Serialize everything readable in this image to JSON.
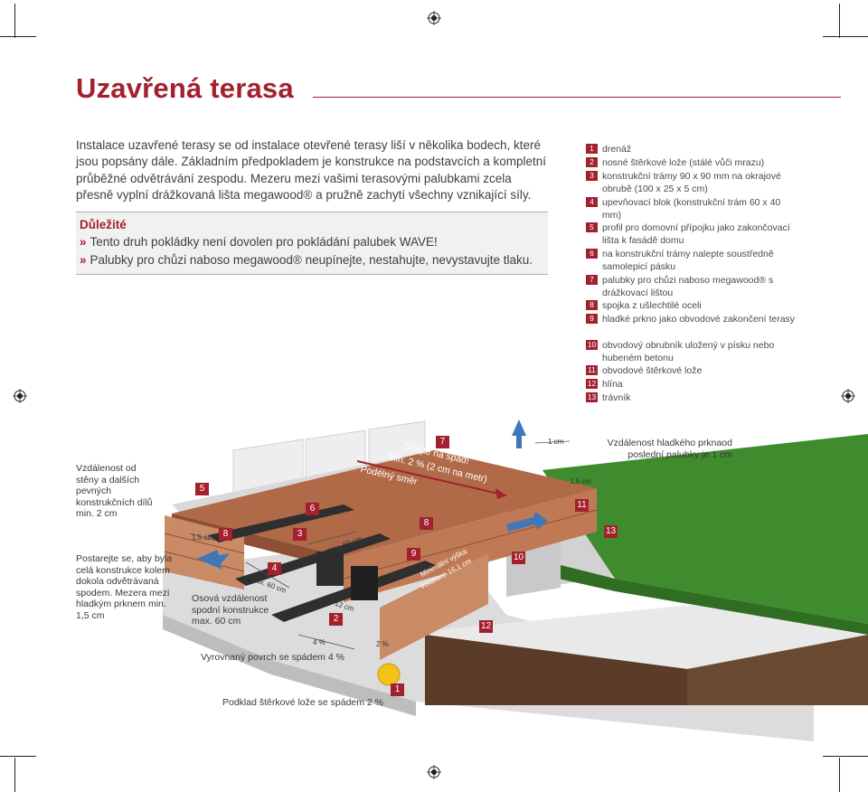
{
  "heading": {
    "title": "Uzavřená terasa"
  },
  "intro": {
    "text": "Instalace uzavřené terasy se od instalace otevřené terasy liší v několika bodech, které jsou popsány dále. Základním předpokladem je konstrukce na podstavcích a kompletní průběžné odvětrávání zespodu. Mezeru mezi vašimi terasovými palubkami zcela přesně vyplní drážkovaná lišta megawood® a pružně zachytí všechny vznikající síly."
  },
  "important": {
    "title": "Důležité",
    "bullet": "»",
    "items": [
      "Tento druh pokládky není dovolen pro pokládání palubek WAVE!",
      "Palubky pro chůzi naboso megawood® neupínejte, nestahujte, nevystavujte tlaku."
    ]
  },
  "legend": [
    {
      "num": "1",
      "text": "drenáž"
    },
    {
      "num": "2",
      "text": "nosné štěrkové lože (stálé vůči mrazu)"
    },
    {
      "num": "3",
      "text": "konstrukční trámy 90 x 90 mm na okrajové obrubě (100 x 25 x 5 cm)"
    },
    {
      "num": "4",
      "text": "upevňovací blok (konstrukční trám 60 x 40 mm)"
    },
    {
      "num": "5",
      "text": "profil pro domovní přípojku jako zakončovací lišta k fasádě domu"
    },
    {
      "num": "6",
      "text": "na konstrukční trámy nalepte soustředně samolepicí pásku"
    },
    {
      "num": "7",
      "text": "palubky pro chůzi naboso megawood® s drážkovací lištou"
    },
    {
      "num": "8",
      "text": "spojka z ušlechtilé oceli"
    },
    {
      "num": "9",
      "text": "hladké prkno jako obvodové zakončení terasy"
    },
    {
      "num": "10",
      "text": "obvodový obrubník uložený v písku nebo hubeném betonu"
    },
    {
      "num": "11",
      "text": "obvodové štěrkové lože"
    },
    {
      "num": "12",
      "text": "hlína"
    },
    {
      "num": "13",
      "text": "trávník"
    }
  ],
  "diagram": {
    "notes": {
      "wall_distance": "Vzdálenost od stěny a dalších pevných konstrukčních dílů min. 2 cm",
      "ventilation": "Postarejte se, aby byla celá konstrukce kolem dokola odvětrávaná spodem. Mezera mezi hladkým prknem min. 1,5 cm",
      "axis_distance": "Osová vzdálenost spodní konstrukce max. 60 cm",
      "level_surface": "Vyrovnaný povrch se spádem 4 %",
      "gravel_base": "Podklad štěrkové lože se spádem 2 %",
      "edge_board_distance": "Vzdálenost hladkého prknaod poslední palubky je 1 cm"
    },
    "deck_labels": {
      "slope": "Dbejte na spád!",
      "slope_detail": "Min. 2 % (2 cm na metr)",
      "direction": "Podélný směr",
      "min_height": "Minimální výška",
      "min_height_detail": "instalace 16,1 cm"
    },
    "dimensions": {
      "d15_left": "1,5 cm",
      "d50": "max. 50 cm",
      "d60": "max. 60 cm",
      "d12": "12 cm",
      "slope4": "4 %",
      "slope2": "2 %",
      "d1": "1 cm",
      "d15_right": "1,5 cm"
    },
    "badges": {
      "b1": "1",
      "b2": "2",
      "b3": "3",
      "b4": "4",
      "b5": "5",
      "b6": "6",
      "b7": "7",
      "b8a": "8",
      "b8b": "8",
      "b9": "9",
      "b10": "10",
      "b11": "11",
      "b12": "12",
      "b13": "13"
    }
  },
  "colors": {
    "accent": "#a3202e",
    "deck": "#b06a48",
    "grass": "#3f8c2e",
    "soil": "#6b4a33",
    "arrow": "#3f77b8"
  }
}
